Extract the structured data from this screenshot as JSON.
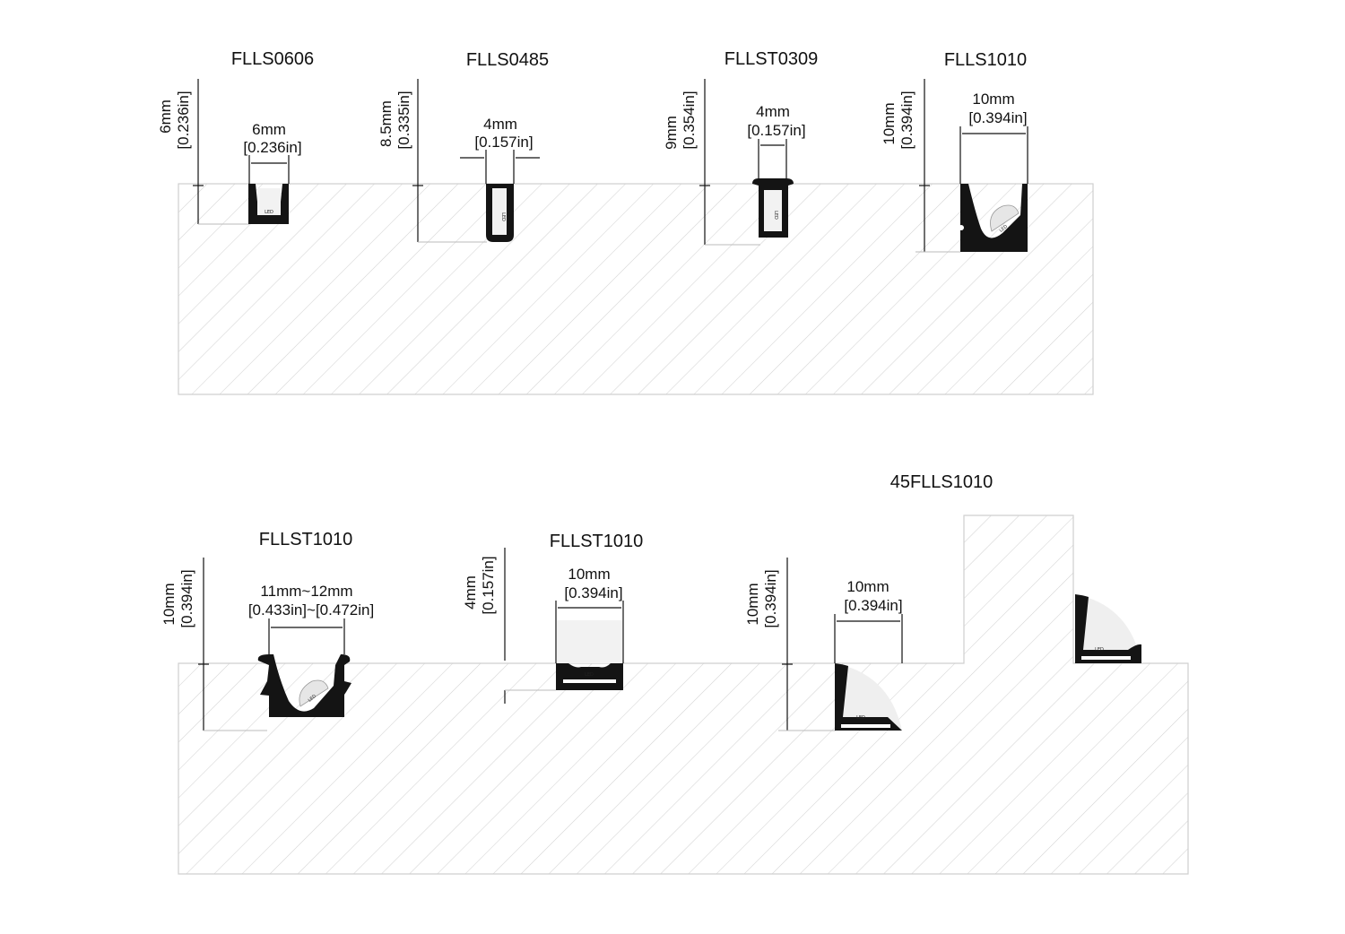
{
  "colors": {
    "profile": "#141414",
    "hatch": "#d3d3d3",
    "line": "#111111",
    "background": "#ffffff"
  },
  "profiles": [
    {
      "title": "FLLS0606",
      "depth_mm": "6mm",
      "depth_in": "[0.236in]",
      "width_mm": "6mm",
      "width_in": "[0.236in]"
    },
    {
      "title": "FLLS0485",
      "depth_mm": "8.5mm",
      "depth_in": "[0.335in]",
      "width_mm": "4mm",
      "width_in": "[0.157in]"
    },
    {
      "title": "FLLST0309",
      "depth_mm": "9mm",
      "depth_in": "[0.354in]",
      "width_mm": "4mm",
      "width_in": "[0.157in]"
    },
    {
      "title": "FLLS1010",
      "depth_mm": "10mm",
      "depth_in": "[0.394in]",
      "width_mm": "10mm",
      "width_in": "[0.394in]"
    },
    {
      "title": "FLLST1010",
      "depth_mm": "10mm",
      "depth_in": "[0.394in]",
      "width_mm": "11mm~12mm",
      "width_in": "[0.433in]~[0.472in]"
    },
    {
      "title": "FLLST1010",
      "depth_mm": "4mm",
      "depth_in": "[0.157in]",
      "width_mm": "10mm",
      "width_in": "[0.394in]"
    },
    {
      "title": "45FLLS1010",
      "depth_mm": "10mm",
      "depth_in": "[0.394in]",
      "width_mm": "10mm",
      "width_in": "[0.394in]"
    }
  ],
  "led_label": "LED"
}
